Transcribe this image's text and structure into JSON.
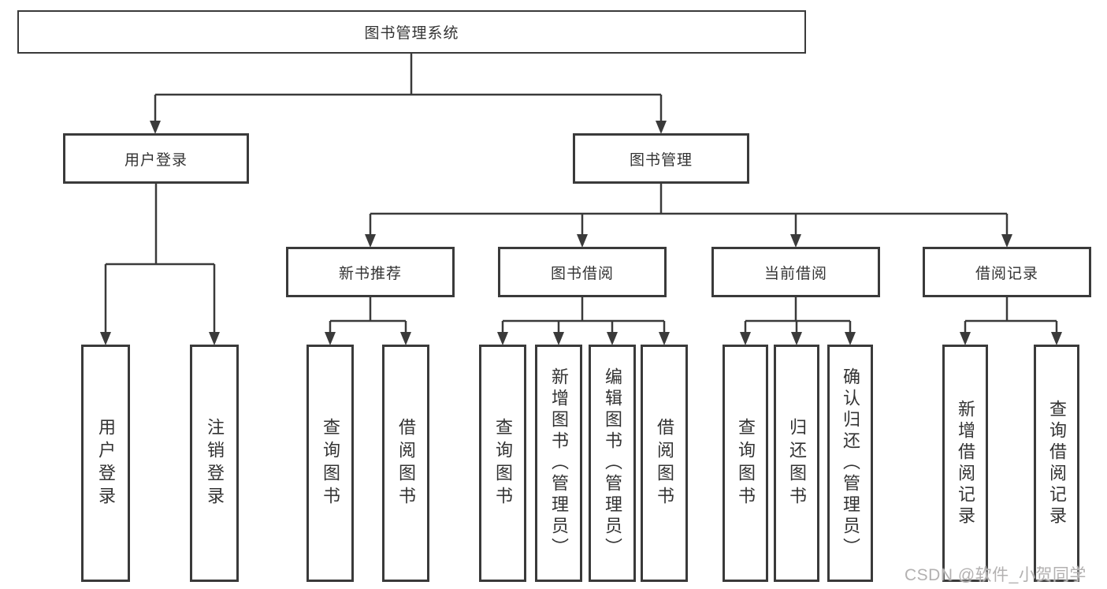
{
  "diagram": {
    "nodes": {
      "root": "图书管理系统",
      "user_login": "用户登录",
      "book_mgmt": "图书管理",
      "new_books": "新书推荐",
      "book_borrow": "图书借阅",
      "current_borrow": "当前借阅",
      "borrow_records": "借阅记录"
    },
    "leaves": {
      "user_login": [
        "用户登录",
        "注销登录"
      ],
      "new_books": [
        "查询图书",
        "借阅图书"
      ],
      "book_borrow": [
        "查询图书",
        "新增图书（管理员）",
        "编辑图书（管理员）",
        "借阅图书"
      ],
      "current_borrow": [
        "查询图书",
        "归还图书",
        "确认归还（管理员）"
      ],
      "borrow_records": [
        "新增借阅记录",
        "查询借阅记录"
      ]
    },
    "watermark": "CSDN @软件_小贺同学",
    "colors": {
      "line": "#3a3a3a",
      "text": "#333333",
      "background": "#ffffff",
      "watermark": "#b3b1b1"
    }
  }
}
